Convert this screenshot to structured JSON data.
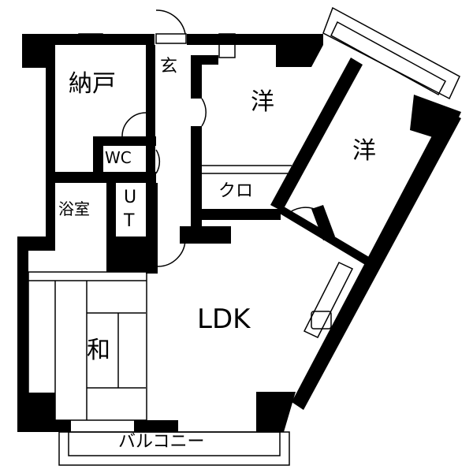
{
  "floorplan": {
    "rooms": {
      "storage": "納戸",
      "entrance": "玄",
      "western_1": "洋",
      "western_2": "洋",
      "wc": "WC",
      "bath": "浴室",
      "utility_u": "U",
      "utility_t": "T",
      "closet": "クロ",
      "ldk": "LDK",
      "japanese": "和",
      "balcony": "バルコニー"
    },
    "colors": {
      "wall": "#000000",
      "background": "#ffffff"
    }
  }
}
